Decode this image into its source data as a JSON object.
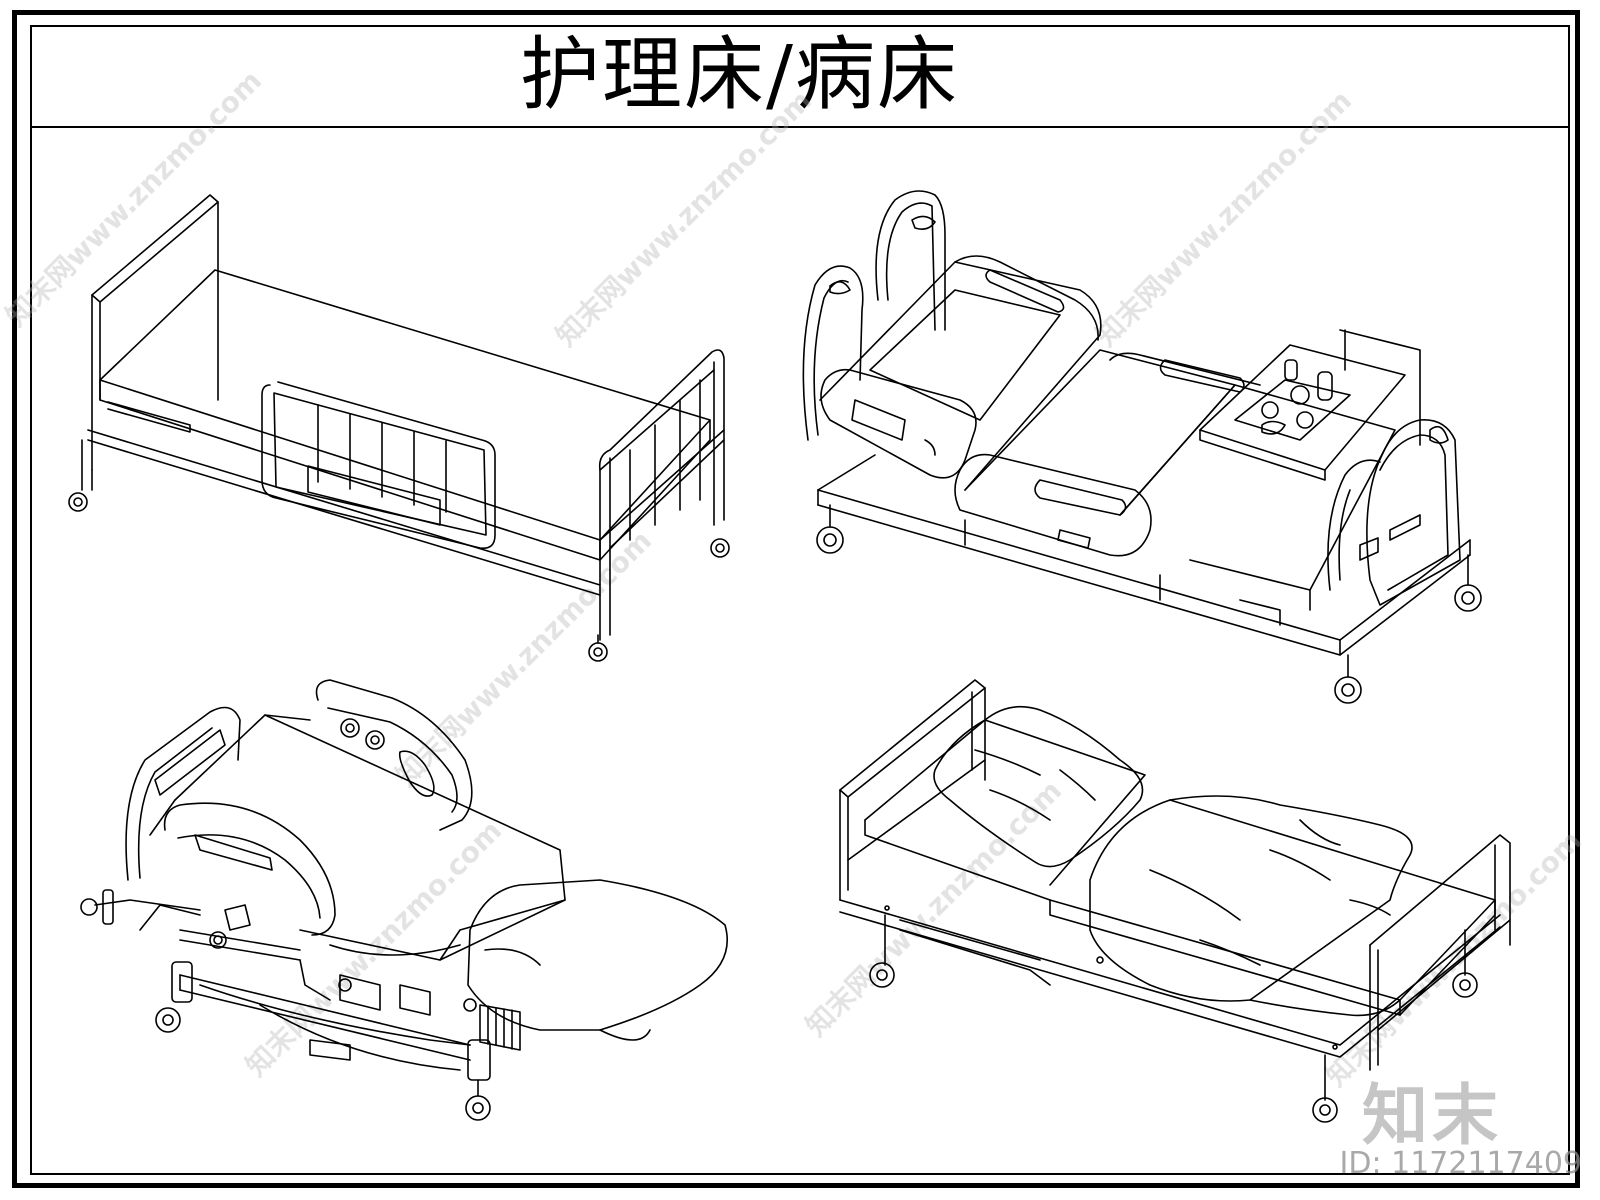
{
  "title": "护理床/病床",
  "watermark": {
    "logo": "知末",
    "id": "ID: 1172117409",
    "site": "知末网www.znzmo.com"
  },
  "colors": {
    "line": "#000000",
    "background": "#ffffff",
    "watermark": "#aaaaaa"
  }
}
